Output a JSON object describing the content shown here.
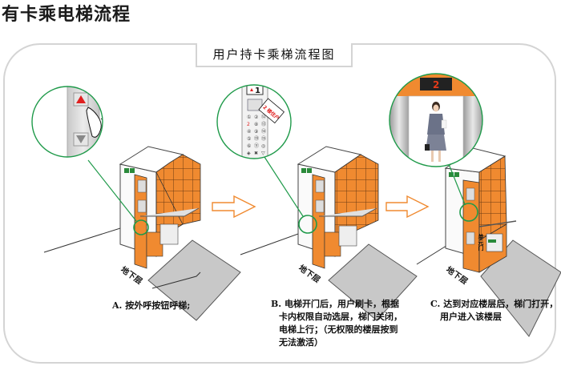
{
  "page": {
    "title": "有卡乘电梯流程",
    "subtitle": "用户持卡乘梯流程图"
  },
  "colors": {
    "accent_orange": "#f08a30",
    "circle_green": "#1f9a4a",
    "frame_gray": "#d4d4d4",
    "up_arrow_red": "#e02020",
    "display_red": "#e53b1a"
  },
  "steps": [
    {
      "id": "A",
      "caption": "A. 按外呼按钮呼梯;",
      "callout": {
        "type": "hall-call-panel",
        "buttons": [
          "up-arrow",
          "down-arrow"
        ]
      },
      "floor_label": "地下层"
    },
    {
      "id": "B",
      "caption_lines": [
        "B. 电梯开门后，用户刷卡，根据",
        "卡内权限自动选层，梯门关闭，",
        "电梯上行；（无权限的楼层按到",
        "无法激活）"
      ],
      "callout": {
        "type": "car-operating-panel",
        "display_floor": "1",
        "card_label": "2 楼住户",
        "keypad": [
          "①",
          "②",
          "⑫",
          "2",
          "⑧",
          "⑬",
          "④",
          "⑨",
          "⑭",
          "⑤",
          "⑲",
          "⑮",
          "⑥",
          "⑪",
          "◎",
          "◈",
          "✖",
          "▽"
        ]
      },
      "floor_label": "地下层"
    },
    {
      "id": "C",
      "caption_lines": [
        "C. 达到对应楼层后，梯门打开，",
        "用户进入该楼层"
      ],
      "callout": {
        "type": "landing-door-open",
        "display_floor": "2"
      },
      "floor_label": "地下层",
      "building_sign": "单元门"
    }
  ],
  "arrows": [
    {
      "from": "A",
      "to": "B",
      "icon": "right-arrow-icon"
    },
    {
      "from": "B",
      "to": "C",
      "icon": "right-arrow-icon"
    }
  ]
}
